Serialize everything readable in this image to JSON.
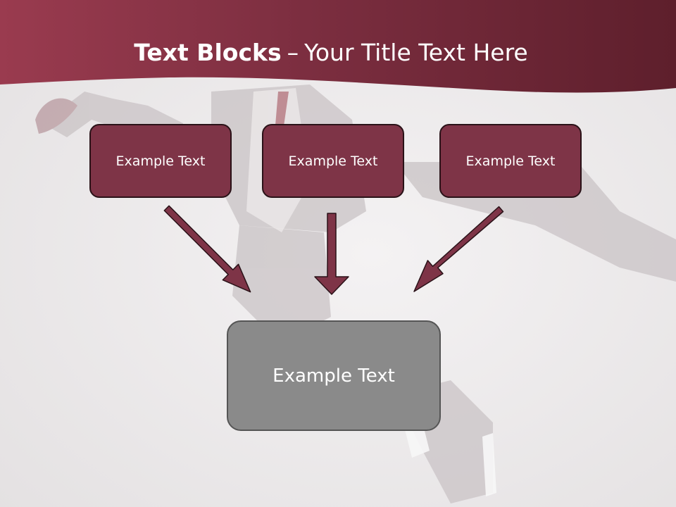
{
  "title": {
    "bold": "Text Blocks",
    "dash": "–",
    "rest": "Your Title Text Here"
  },
  "blocks": [
    {
      "label": "Example Text"
    },
    {
      "label": "Example Text"
    },
    {
      "label": "Example Text"
    }
  ],
  "result": {
    "label": "Example Text"
  },
  "colors": {
    "accent": "#7e3447",
    "header": "#6e2534",
    "result_box": "#8a8a8a",
    "background": "#efeced"
  }
}
